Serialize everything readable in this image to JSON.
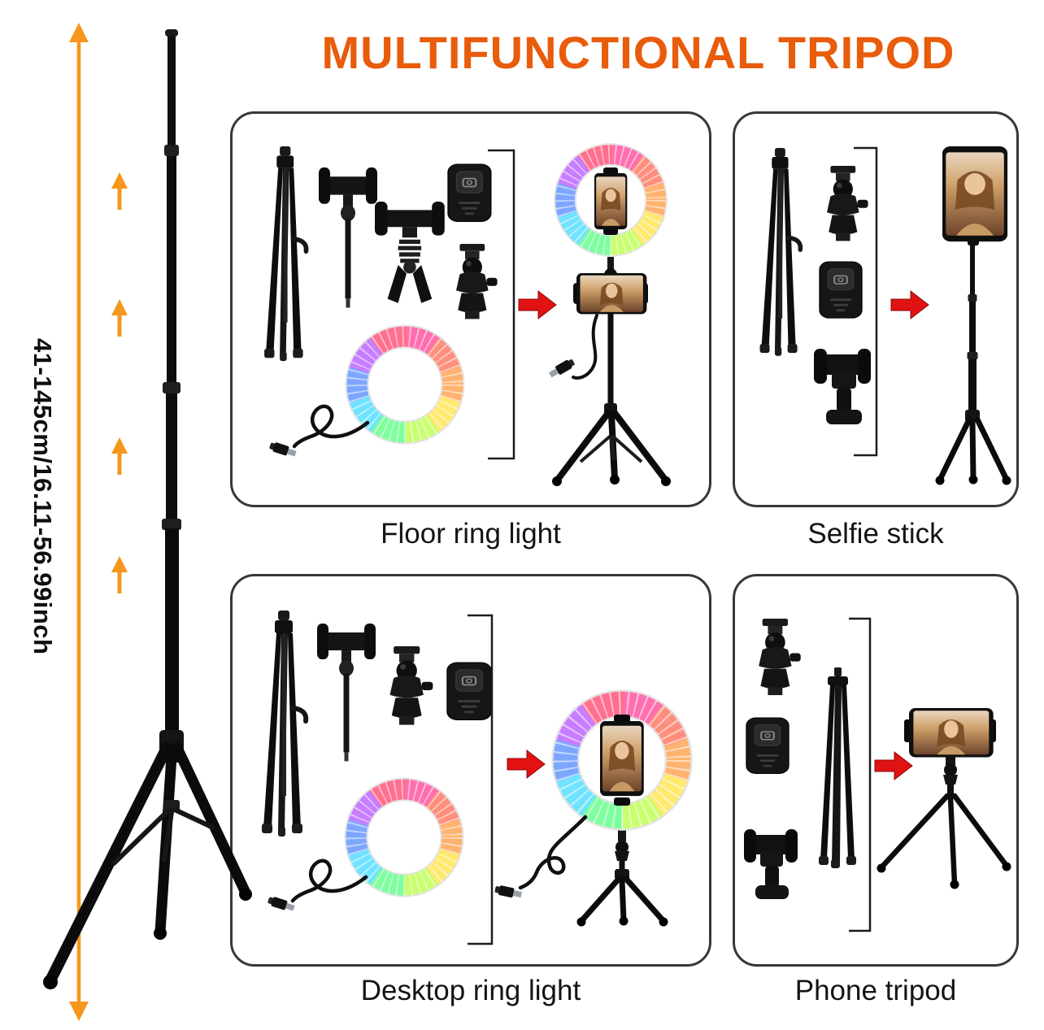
{
  "title": "MULTIFUNCTIONAL TRIPOD",
  "measurement_label": "41-145cm/16.11-56.99inch",
  "panels": {
    "floor_ring_light": {
      "label": "Floor ring light"
    },
    "selfie_stick": {
      "label": "Selfie stick"
    },
    "desktop_ring_light": {
      "label": "Desktop ring light"
    },
    "phone_tripod": {
      "label": "Phone tripod"
    }
  },
  "icons": {
    "height_range_arrow": "double-headed-vertical-arrow",
    "extend_up_arrow": "up-arrow",
    "assemble_arrow": "red-right-arrow"
  },
  "colors": {
    "title_text": "#e85c0c",
    "measure_arrow": "#f5961d",
    "assemble_arrow": "#e01212",
    "panel_border": "#383838",
    "caption_text": "#141414",
    "ring_light_rainbow": [
      "#ff6fb0",
      "#ff8f7d",
      "#ffb36f",
      "#ffe96f",
      "#c9ff6f",
      "#7dff9e",
      "#6fe3ff",
      "#7da7ff",
      "#c77dff",
      "#ff6f8e"
    ]
  }
}
